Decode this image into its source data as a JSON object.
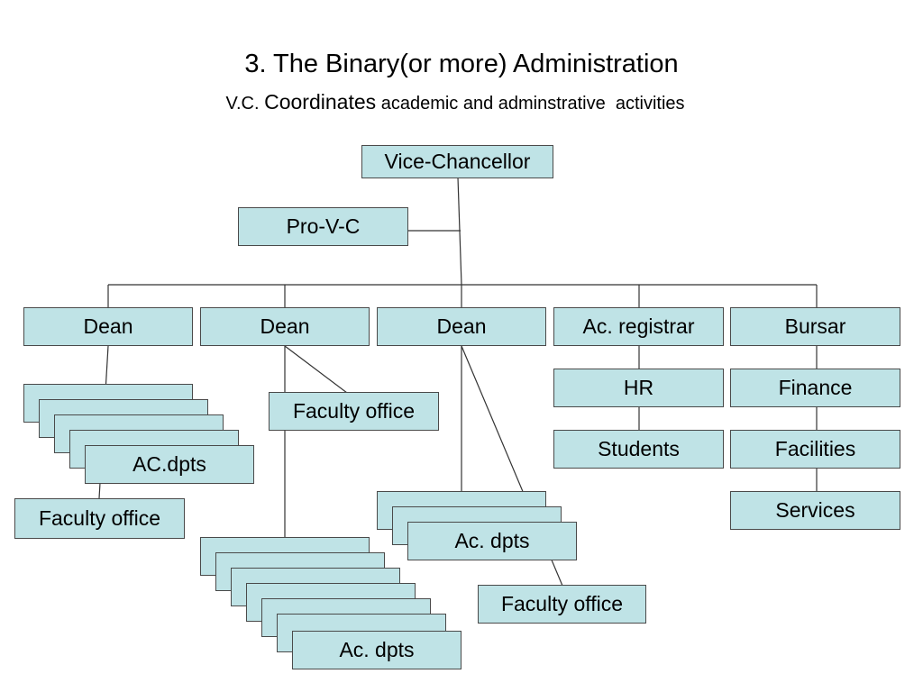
{
  "title": "3. The Binary(or more) Administration",
  "subtitle": {
    "prefix": "V.C. ",
    "emphasis": "Coordinates",
    "suffix": " academic and adminstrative  activities"
  },
  "nodes": {
    "vice_chancellor": "Vice-Chancellor",
    "pro_vc": "Pro-V-C",
    "dean_1": "Dean",
    "dean_2": "Dean",
    "dean_3": "Dean",
    "ac_registrar": "Ac. registrar",
    "bursar": "Bursar",
    "hr": "HR",
    "students": "Students",
    "finance": "Finance",
    "facilities": "Facilities",
    "services": "Services",
    "faculty_office_1": "Faculty office",
    "faculty_office_2": "Faculty office",
    "faculty_office_3": "Faculty office",
    "ac_dpts_1": "AC.dpts",
    "ac_dpts_2": "Ac. dpts",
    "ac_dpts_3": "Ac. dpts"
  },
  "colors": {
    "box_fill": "#bfe3e6",
    "box_border": "#4a4a4a",
    "line": "#333333"
  }
}
